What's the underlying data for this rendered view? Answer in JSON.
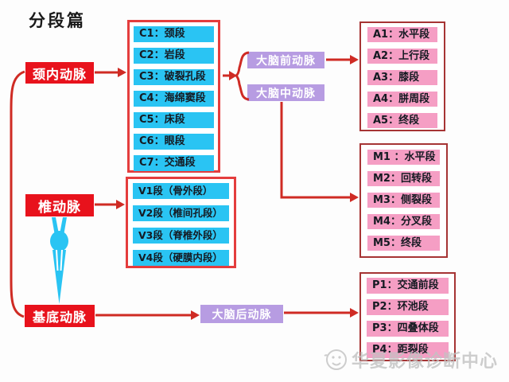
{
  "title": "分段篇",
  "colors": {
    "artery_box_red": "#e8121c",
    "segment_cyan": "#2ac4f3",
    "segment_pink": "#f59ec4",
    "branch_purple": "#b79ce2",
    "arrow_red": "#cf2b24",
    "container_border_bright": "#e43d3d",
    "container_border_dark": "#a63434",
    "watermark_gray": "#c2c2c2"
  },
  "arteries": {
    "ica": "颈内动脉",
    "vertebral": "椎动脉",
    "basilar": "基底动脉",
    "aca": "大脑前动脉",
    "mca": "大脑中动脉",
    "pca": "大脑后动脉"
  },
  "segments": {
    "c": [
      "C1：颈段",
      "C2：岩段",
      "C3：破裂孔段",
      "C4：海绵窦段",
      "C5：床段",
      "C6：眼段",
      "C7：交通段"
    ],
    "v": [
      "V1段（骨外段）",
      "V2段（椎间孔段）",
      "V3段（脊椎外段）",
      "V4段（硬膜内段）"
    ],
    "a": [
      "A1：水平段",
      "A2：上行段",
      "A3：膝段",
      "A4：胼周段",
      "A5：终段"
    ],
    "m": [
      "M1 ：水平段",
      "M2：回转段",
      "M3：侧裂段",
      "M4：分叉段",
      "M5：终段"
    ],
    "p": [
      "P1：交通前段",
      "P2：环池段",
      "P3：四叠体段",
      "P4：距裂段"
    ]
  },
  "watermark": "华夏影像诊断中心"
}
